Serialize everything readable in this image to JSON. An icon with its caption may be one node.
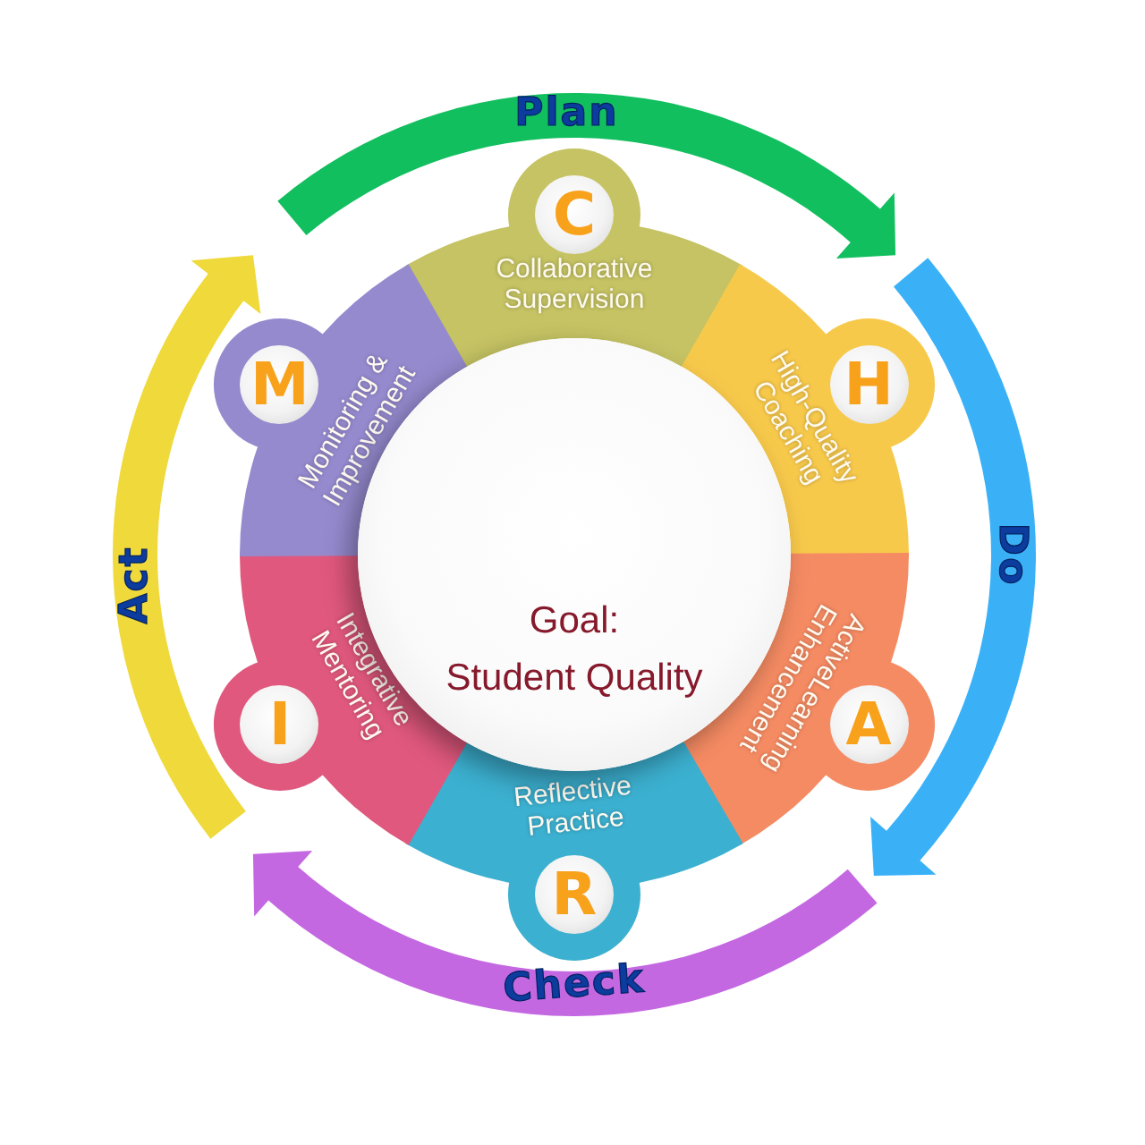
{
  "diagram": {
    "nodes": [
      {
        "text": [
          "Plan"
        ]
      },
      {
        "text": [
          "Do"
        ]
      },
      {
        "text": [
          "Check"
        ]
      },
      {
        "text": [
          "Act"
        ]
      },
      {
        "text": [
          "C",
          "Collaborative Supervision"
        ]
      },
      {
        "text": [
          "H",
          "High-Quality Coaching"
        ]
      },
      {
        "text": [
          "A",
          "ActiveLearning Enhancement"
        ]
      },
      {
        "text": [
          "R",
          "Reflective Practice"
        ]
      },
      {
        "text": [
          "I",
          "Integrative Mentoring"
        ]
      },
      {
        "text": [
          "M",
          "Monitoring & Improvement"
        ]
      },
      {
        "text": [
          "Goal:",
          "Student Quality"
        ]
      }
    ]
  }
}
